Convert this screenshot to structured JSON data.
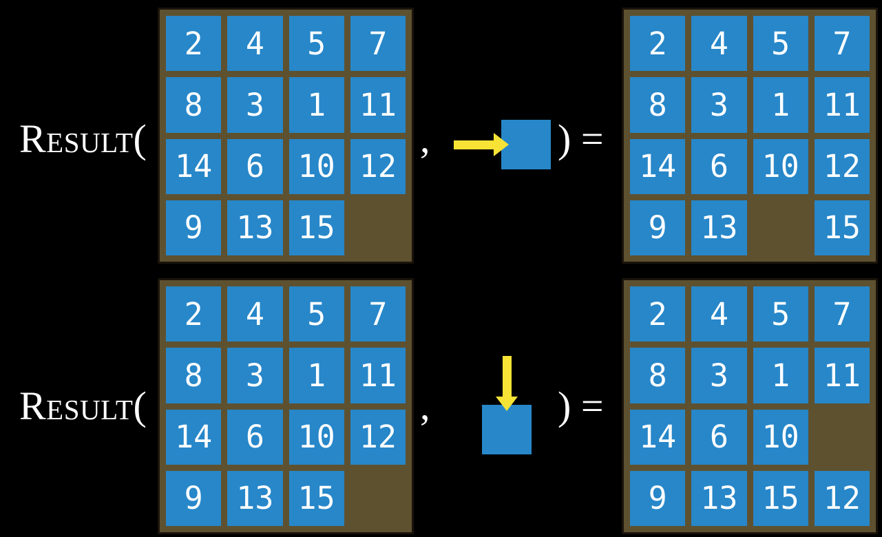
{
  "comma": ",",
  "close_paren_equals": ") =",
  "colors": {
    "background": "#000000",
    "board_frame": "#5e5130",
    "board_border": "#1a140b",
    "tile_blue": "#2787c9",
    "tile_text": "#ffffff",
    "arrow_yellow": "#f6e335"
  },
  "rows": [
    {
      "label": "Result(",
      "action": {
        "direction": "right",
        "icon": "arrow-right-into-tile"
      },
      "start_board": [
        [
          "2",
          "4",
          "5",
          "7"
        ],
        [
          "8",
          "3",
          "1",
          "11"
        ],
        [
          "14",
          "6",
          "10",
          "12"
        ],
        [
          "9",
          "13",
          "15",
          ""
        ]
      ],
      "result_board": [
        [
          "2",
          "4",
          "5",
          "7"
        ],
        [
          "8",
          "3",
          "1",
          "11"
        ],
        [
          "14",
          "6",
          "10",
          "12"
        ],
        [
          "9",
          "13",
          "",
          "15"
        ]
      ]
    },
    {
      "label": "Result(",
      "action": {
        "direction": "down",
        "icon": "arrow-down-into-tile"
      },
      "start_board": [
        [
          "2",
          "4",
          "5",
          "7"
        ],
        [
          "8",
          "3",
          "1",
          "11"
        ],
        [
          "14",
          "6",
          "10",
          "12"
        ],
        [
          "9",
          "13",
          "15",
          ""
        ]
      ],
      "result_board": [
        [
          "2",
          "4",
          "5",
          "7"
        ],
        [
          "8",
          "3",
          "1",
          "11"
        ],
        [
          "14",
          "6",
          "10",
          ""
        ],
        [
          "9",
          "13",
          "15",
          "12"
        ]
      ]
    }
  ]
}
